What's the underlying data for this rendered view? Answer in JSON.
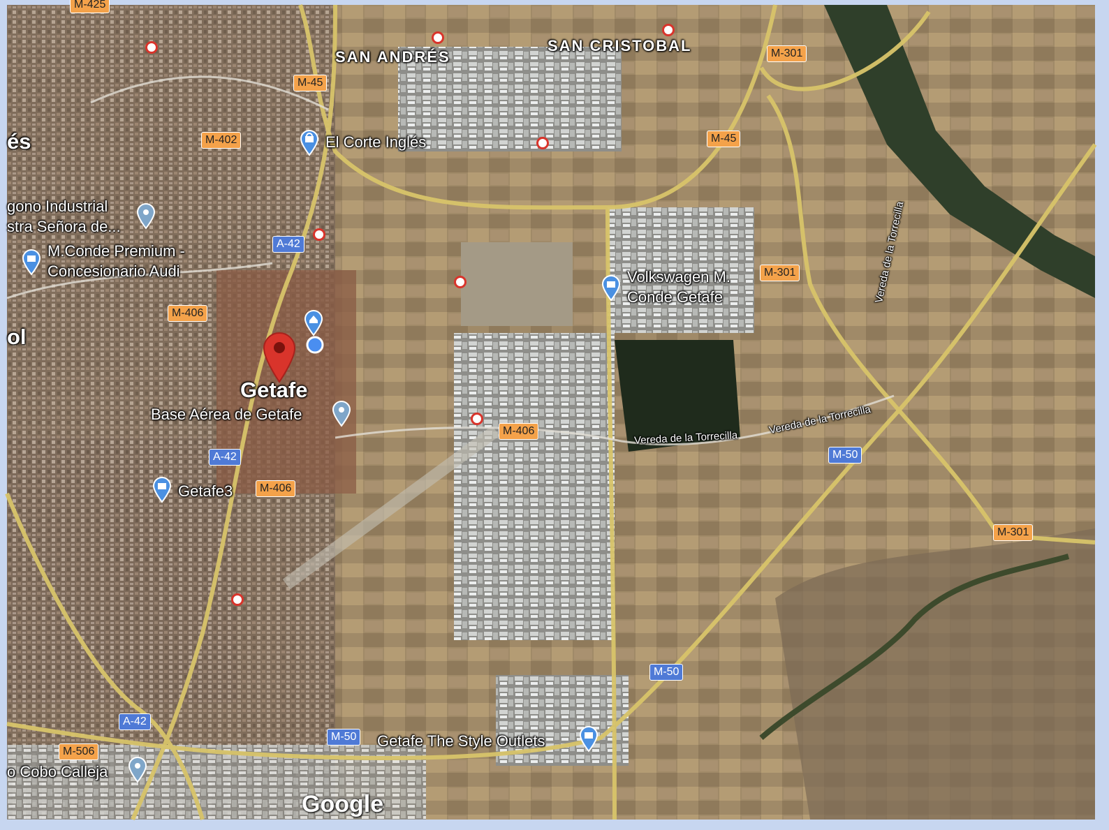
{
  "map": {
    "provider": "Google",
    "places": {
      "getafe": "Getafe",
      "san_andres": "SAN ANDRÉS",
      "san_cristobal": "SAN CRISTOBAL",
      "el_corte_ingles": "El Corte Inglés",
      "base_aerea": "Base Aérea de Getafe",
      "getafe3": "Getafe3",
      "mconde_1": "M.Conde Premium -",
      "mconde_2": "Concesionario Audi",
      "vw_1": "Volkswagen M.",
      "vw_2": "Conde Getafe",
      "poligono_1": "gono Industrial",
      "poligono_2": "stra Señora de...",
      "style_outlets": "Getafe The Style Outlets",
      "cobo_calleja": "o Cobo Calleja",
      "edge_es": "és",
      "edge_ol": "ol",
      "vereda_1": "Vereda de la Torrecilla",
      "vereda_2": "Vereda de la Torrecilla",
      "vereda_3": "Vereda de la Torrecilla"
    },
    "roads": {
      "m45_a": "M-45",
      "m45_b": "M-45",
      "m402": "M-402",
      "m301_a": "M-301",
      "m301_b": "M-301",
      "m301_c": "M-301",
      "a42_a": "A-42",
      "a42_b": "A-42",
      "a42_c": "A-42",
      "m406_a": "M-406",
      "m406_b": "M-406",
      "m406_c": "M-406",
      "m50_a": "M-50",
      "m50_b": "M-50",
      "m50_c": "M-50",
      "m506": "M-506",
      "m425": "M-425"
    },
    "colors": {
      "highway": "#d8c46a",
      "pin": "#d9342b",
      "poi": "#4a90e2",
      "shield_orange": "#f4a24a",
      "shield_blue": "#4f7ad6"
    }
  }
}
